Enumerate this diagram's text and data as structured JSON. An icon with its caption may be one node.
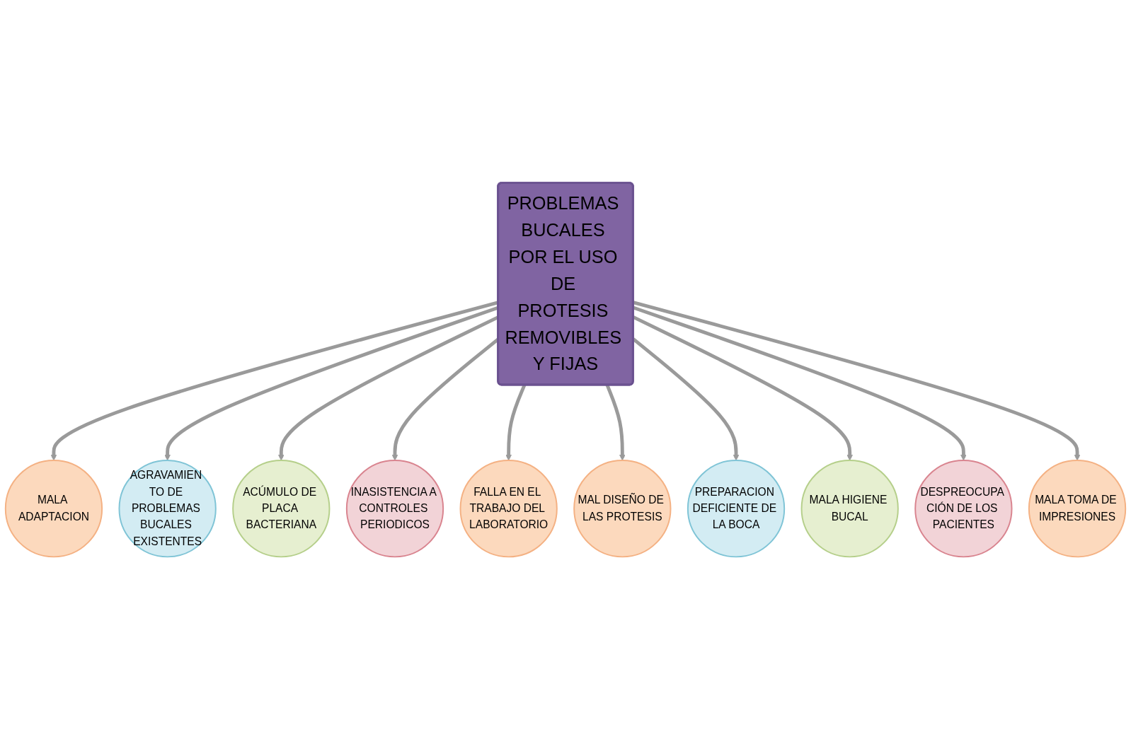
{
  "diagram": {
    "nodes": [
      {
        "text": [
          "PROBLEMAS BUCALES POR EL USO DE PROTESIS REMOVIBLES Y FIJAS"
        ]
      },
      {
        "text": [
          "MALA ADAPTACION"
        ]
      },
      {
        "text": [
          "AGRAVAMIEN TO DE PROBLEMAS BUCALES EXISTENTES"
        ]
      },
      {
        "text": [
          "ACÚMULO DE PLACA BACTERIANA"
        ]
      },
      {
        "text": [
          "INASISTENCIA A CONTROLES PERIODICOS"
        ]
      },
      {
        "text": [
          "FALLA EN EL TRABAJO DEL LABORATORIO"
        ]
      },
      {
        "text": [
          "MAL DISEÑO DE LAS PROTESIS"
        ]
      },
      {
        "text": [
          "PREPARACION DEFICIENTE DE LA BOCA"
        ]
      },
      {
        "text": [
          "MALA HIGIENE BUCAL"
        ]
      },
      {
        "text": [
          "DESPREOCUPA CIÓN DE LOS PACIENTES"
        ]
      },
      {
        "text": [
          "MALA TOMA DE IMPRESIONES"
        ]
      }
    ],
    "edges": [
      {
        "from": 0,
        "to": 1,
        "arrow": "to"
      },
      {
        "from": 0,
        "to": 2,
        "arrow": "to"
      },
      {
        "from": 0,
        "to": 3,
        "arrow": "to"
      },
      {
        "from": 0,
        "to": 4,
        "arrow": "to"
      },
      {
        "from": 0,
        "to": 5,
        "arrow": "to"
      },
      {
        "from": 0,
        "to": 6,
        "arrow": "to"
      },
      {
        "from": 0,
        "to": 7,
        "arrow": "to"
      },
      {
        "from": 0,
        "to": 8,
        "arrow": "to"
      },
      {
        "from": 0,
        "to": 9,
        "arrow": "to"
      },
      {
        "from": 0,
        "to": 10,
        "arrow": "to"
      }
    ]
  }
}
